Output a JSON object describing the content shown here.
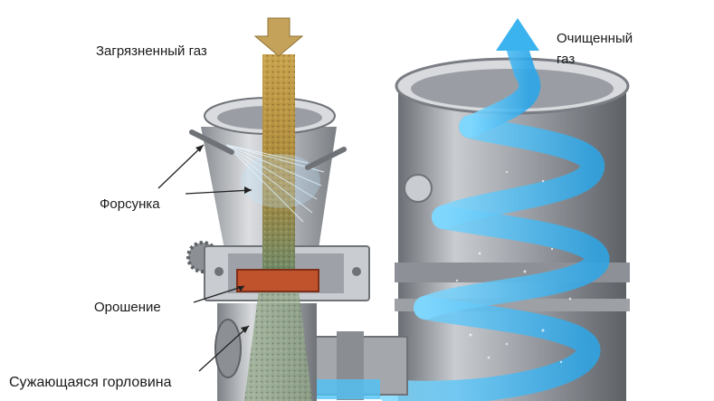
{
  "labels": {
    "dirty_gas": "Загрязненный газ",
    "clean_gas_line1": "Очищенный",
    "clean_gas_line2": "газ",
    "nozzle": "Форсунка",
    "irrigation": "Орошение",
    "throat": "Сужающаяся горловина"
  },
  "colors": {
    "background": "#ffffff",
    "metal": "#b9bcc1",
    "dirty_stream": "#c8a24a",
    "clean_flow_arrow": "#4fc3f7",
    "irrigation_plate": "#c0522c",
    "label_text": "#1a1a1a"
  },
  "icons": {
    "inlet_arrow": "down-arrow-icon",
    "outlet_arrow": "up-swirl-arrow-icon"
  }
}
